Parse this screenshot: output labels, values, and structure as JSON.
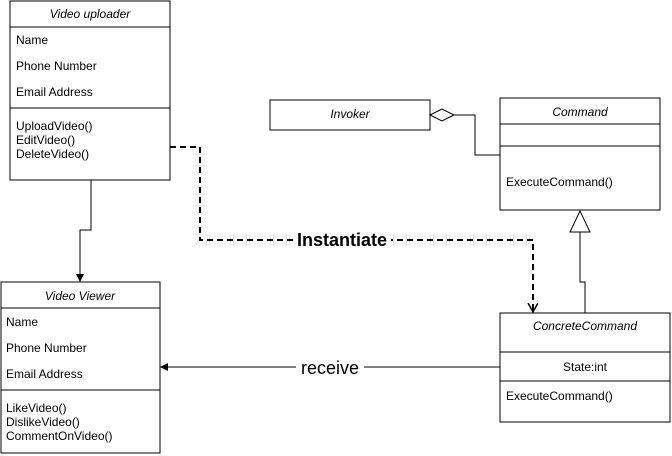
{
  "classes": {
    "video_uploader": {
      "title": "Video uploader",
      "attributes": [
        "Name",
        "Phone Number",
        "Email Address"
      ],
      "methods": [
        "UploadVideo()",
        "EditVideo()",
        "DeleteVideo()"
      ]
    },
    "video_viewer": {
      "title": "Video Viewer",
      "attributes": [
        "Name",
        "Phone Number",
        "Email Address"
      ],
      "methods": [
        "LikeVideo()",
        "DislikeVideo()",
        "CommentOnVideo()"
      ]
    },
    "invoker": {
      "title": "Invoker"
    },
    "command": {
      "title": "Command",
      "methods": [
        "ExecuteCommand()"
      ]
    },
    "concrete_command": {
      "title": "ConcreteCommand",
      "attributes": [
        "State:int"
      ],
      "methods": [
        "ExecuteCommand()"
      ]
    }
  },
  "relations": {
    "instantiate_label": "Instantiate",
    "receive_label": "receive"
  }
}
